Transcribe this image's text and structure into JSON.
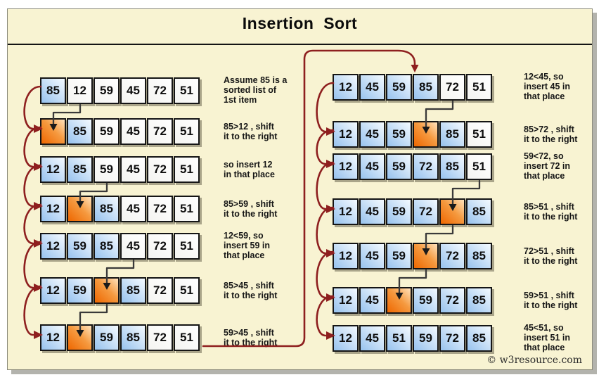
{
  "title": "Insertion  Sort",
  "watermark": "© w3resource.com",
  "colors": {
    "background": "#f8f3d2",
    "arrow_red": "#8e1f1f",
    "arrow_black": "#3a3a3a",
    "arrowhead_black": "#1a1a1a",
    "cell_blue": "#97c2ee",
    "cell_orange": "#ee6700",
    "cell_white": "#f4f4f1"
  },
  "columns": [
    {
      "side": "left",
      "rows": [
        {
          "cells": [
            {
              "value": "85",
              "state": "sorted"
            },
            {
              "value": "12",
              "state": "unsorted"
            },
            {
              "value": "59",
              "state": "unsorted"
            },
            {
              "value": "45",
              "state": "unsorted"
            },
            {
              "value": "72",
              "state": "unsorted"
            },
            {
              "value": "51",
              "state": "unsorted"
            }
          ],
          "note": "Assume 85 is a\nsorted list of\n1st item"
        },
        {
          "cells": [
            {
              "value": "",
              "state": "gap"
            },
            {
              "value": "85",
              "state": "sorted"
            },
            {
              "value": "59",
              "state": "unsorted"
            },
            {
              "value": "45",
              "state": "unsorted"
            },
            {
              "value": "72",
              "state": "unsorted"
            },
            {
              "value": "51",
              "state": "unsorted"
            }
          ],
          "note": "85>12 , shift\nit to the right"
        },
        {
          "cells": [
            {
              "value": "12",
              "state": "sorted"
            },
            {
              "value": "85",
              "state": "sorted"
            },
            {
              "value": "59",
              "state": "unsorted"
            },
            {
              "value": "45",
              "state": "unsorted"
            },
            {
              "value": "72",
              "state": "unsorted"
            },
            {
              "value": "51",
              "state": "unsorted"
            }
          ],
          "note": "so insert 12\nin that place"
        },
        {
          "cells": [
            {
              "value": "12",
              "state": "sorted"
            },
            {
              "value": "",
              "state": "gap"
            },
            {
              "value": "85",
              "state": "sorted"
            },
            {
              "value": "45",
              "state": "unsorted"
            },
            {
              "value": "72",
              "state": "unsorted"
            },
            {
              "value": "51",
              "state": "unsorted"
            }
          ],
          "note": "85>59 , shift\nit to the right"
        },
        {
          "cells": [
            {
              "value": "12",
              "state": "sorted"
            },
            {
              "value": "59",
              "state": "sorted"
            },
            {
              "value": "85",
              "state": "sorted"
            },
            {
              "value": "45",
              "state": "unsorted"
            },
            {
              "value": "72",
              "state": "unsorted"
            },
            {
              "value": "51",
              "state": "unsorted"
            }
          ],
          "note": "12<59, so\ninsert 59 in\nthat place"
        },
        {
          "cells": [
            {
              "value": "12",
              "state": "sorted"
            },
            {
              "value": "59",
              "state": "sorted"
            },
            {
              "value": "",
              "state": "gap"
            },
            {
              "value": "85",
              "state": "sorted"
            },
            {
              "value": "72",
              "state": "unsorted"
            },
            {
              "value": "51",
              "state": "unsorted"
            }
          ],
          "note": "85>45 , shift\nit to the right"
        },
        {
          "cells": [
            {
              "value": "12",
              "state": "sorted"
            },
            {
              "value": "",
              "state": "gap"
            },
            {
              "value": "59",
              "state": "sorted"
            },
            {
              "value": "85",
              "state": "sorted"
            },
            {
              "value": "72",
              "state": "unsorted"
            },
            {
              "value": "51",
              "state": "unsorted"
            }
          ],
          "note": "59>45 , shift\nit to the right"
        }
      ]
    },
    {
      "side": "right",
      "rows": [
        {
          "cells": [
            {
              "value": "12",
              "state": "sorted"
            },
            {
              "value": "45",
              "state": "sorted"
            },
            {
              "value": "59",
              "state": "sorted"
            },
            {
              "value": "85",
              "state": "sorted"
            },
            {
              "value": "72",
              "state": "unsorted"
            },
            {
              "value": "51",
              "state": "unsorted"
            }
          ],
          "note": "12<45, so\ninsert 45 in\nthat place"
        },
        {
          "cells": [
            {
              "value": "12",
              "state": "sorted"
            },
            {
              "value": "45",
              "state": "sorted"
            },
            {
              "value": "59",
              "state": "sorted"
            },
            {
              "value": "",
              "state": "gap"
            },
            {
              "value": "85",
              "state": "sorted"
            },
            {
              "value": "51",
              "state": "unsorted"
            }
          ],
          "note": "85>72 , shift\nit to the right"
        },
        {
          "cells": [
            {
              "value": "12",
              "state": "sorted"
            },
            {
              "value": "45",
              "state": "sorted"
            },
            {
              "value": "59",
              "state": "sorted"
            },
            {
              "value": "72",
              "state": "sorted"
            },
            {
              "value": "85",
              "state": "sorted"
            },
            {
              "value": "51",
              "state": "unsorted"
            }
          ],
          "note": "59<72, so\ninsert 72 in\nthat place"
        },
        {
          "cells": [
            {
              "value": "12",
              "state": "sorted"
            },
            {
              "value": "45",
              "state": "sorted"
            },
            {
              "value": "59",
              "state": "sorted"
            },
            {
              "value": "72",
              "state": "sorted"
            },
            {
              "value": "",
              "state": "gap"
            },
            {
              "value": "85",
              "state": "sorted"
            }
          ],
          "note": "85>51 , shift\nit to the right"
        },
        {
          "cells": [
            {
              "value": "12",
              "state": "sorted"
            },
            {
              "value": "45",
              "state": "sorted"
            },
            {
              "value": "59",
              "state": "sorted"
            },
            {
              "value": "",
              "state": "gap"
            },
            {
              "value": "72",
              "state": "sorted"
            },
            {
              "value": "85",
              "state": "sorted"
            }
          ],
          "note": "72>51 , shift\nit to the right"
        },
        {
          "cells": [
            {
              "value": "12",
              "state": "sorted"
            },
            {
              "value": "45",
              "state": "sorted"
            },
            {
              "value": "",
              "state": "gap"
            },
            {
              "value": "59",
              "state": "sorted"
            },
            {
              "value": "72",
              "state": "sorted"
            },
            {
              "value": "85",
              "state": "sorted"
            }
          ],
          "note": "59>51 , shift\nit to the right"
        },
        {
          "cells": [
            {
              "value": "12",
              "state": "sorted"
            },
            {
              "value": "45",
              "state": "sorted"
            },
            {
              "value": "51",
              "state": "sorted"
            },
            {
              "value": "59",
              "state": "sorted"
            },
            {
              "value": "72",
              "state": "sorted"
            },
            {
              "value": "85",
              "state": "sorted"
            }
          ],
          "note": "45<51, so\ninsert 51 in\nthat place"
        }
      ]
    }
  ],
  "flow": {
    "row_hooks": "red hook arrow from each row to the next row of the same column",
    "elbows": [
      {
        "side": "left",
        "from_row": 1,
        "from_cell": 2,
        "to_row": 2,
        "to_cell": 1
      },
      {
        "side": "left",
        "from_row": 3,
        "from_cell": 3,
        "to_row": 4,
        "to_cell": 2
      },
      {
        "side": "left",
        "from_row": 5,
        "from_cell": 4,
        "to_row": 6,
        "to_cell": 3
      },
      {
        "side": "left",
        "from_row": 6,
        "from_cell": 3,
        "to_row": 7,
        "to_cell": 2
      },
      {
        "side": "right",
        "from_row": 1,
        "from_cell": 5,
        "to_row": 2,
        "to_cell": 4
      },
      {
        "side": "right",
        "from_row": 3,
        "from_cell": 6,
        "to_row": 4,
        "to_cell": 5
      },
      {
        "side": "right",
        "from_row": 4,
        "from_cell": 5,
        "to_row": 5,
        "to_cell": 4
      },
      {
        "side": "right",
        "from_row": 5,
        "from_cell": 4,
        "to_row": 6,
        "to_cell": 3
      }
    ],
    "column_connector": {
      "from": "left column last row",
      "to": "right column first row, cell 4"
    }
  }
}
